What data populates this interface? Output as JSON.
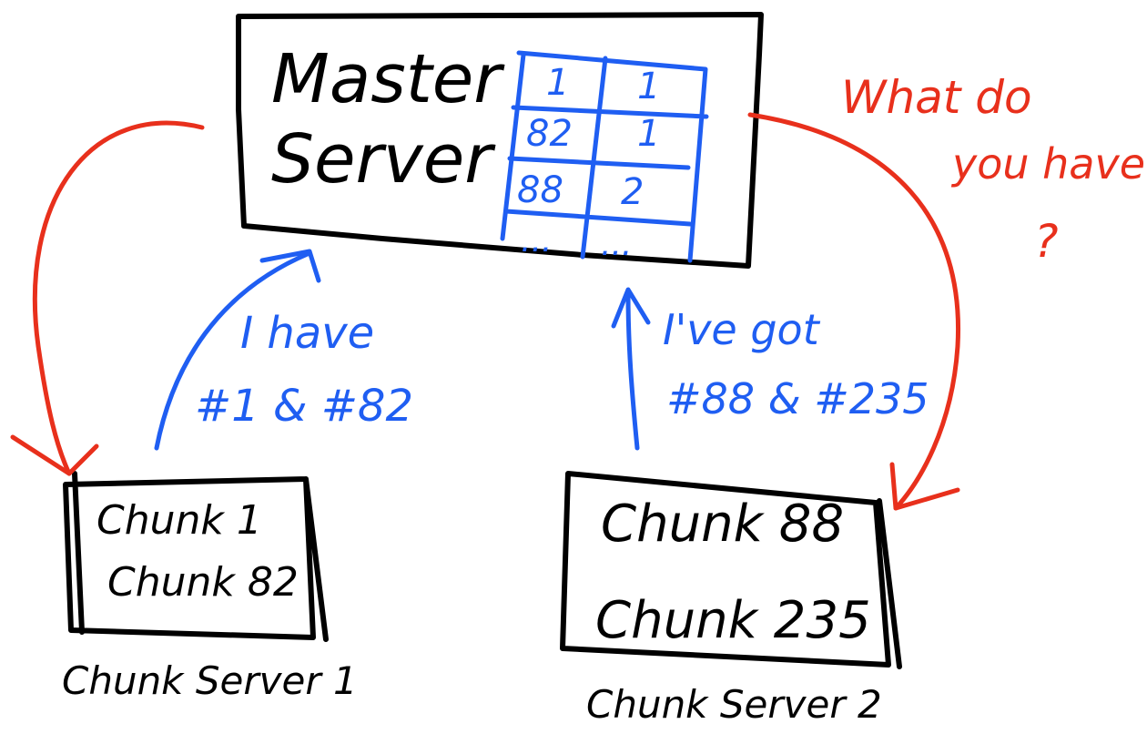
{
  "colors": {
    "ink": "#000000",
    "blue": "#1f5ef2",
    "red": "#e8301c"
  },
  "master": {
    "title_line1": "Master",
    "title_line2": "Server",
    "table": [
      [
        "1",
        "1"
      ],
      [
        "82",
        "1"
      ],
      [
        "88",
        "2"
      ],
      [
        "...",
        "..."
      ]
    ]
  },
  "chunk_server_1": {
    "label": "Chunk Server 1",
    "chunks": [
      "Chunk 1",
      "Chunk 82"
    ]
  },
  "chunk_server_2": {
    "label": "Chunk Server 2",
    "chunks": [
      "Chunk 88",
      "Chunk 235"
    ]
  },
  "messages": {
    "cs1_report_line1": "I have",
    "cs1_report_line2": "#1 & #82",
    "cs2_report_line1": "I've got",
    "cs2_report_line2": "#88 & #235",
    "query_line1": "What do",
    "query_line2": "you have",
    "query_line3": "?"
  }
}
